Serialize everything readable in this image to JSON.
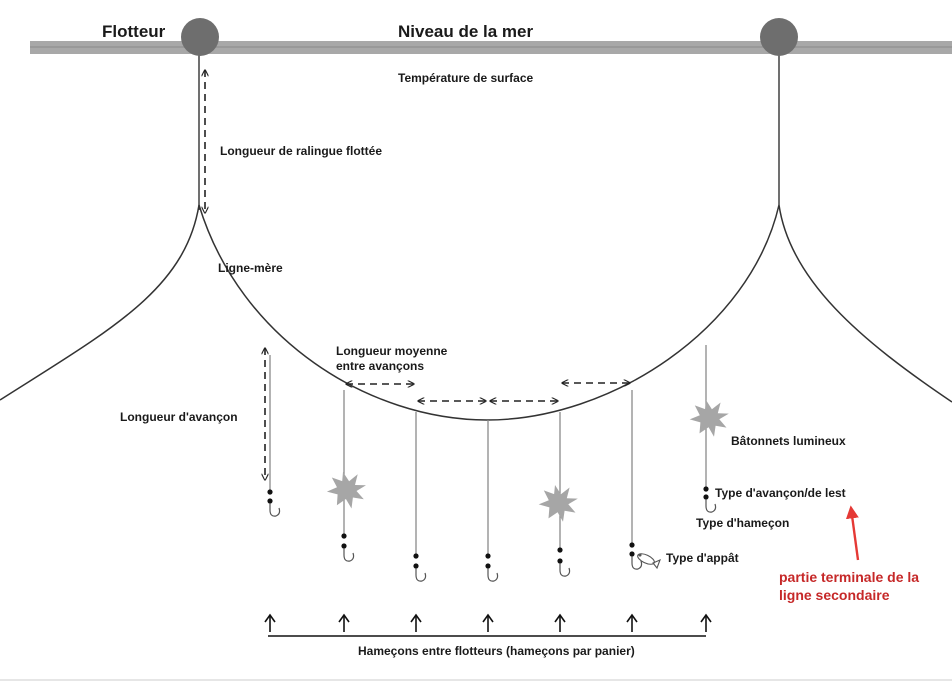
{
  "labels": {
    "float": "Flotteur",
    "sea_level": "Niveau de la mer",
    "surface_temp": "Température de surface",
    "float_line_length": "Longueur de ralingue flottée",
    "main_line": "Ligne-mère",
    "avg_length_line1": "Longueur moyenne",
    "avg_length_line2": "entre avançons",
    "branchline_length": "Longueur d'avançon",
    "light_sticks": "Bâtonnets lumineux",
    "leader_type": "Type d'avançon/de lest",
    "hook_type": "Type d'hameçon",
    "bait_type": "Type d'appât",
    "terminal_line1": "partie terminale de la",
    "terminal_line2": "ligne secondaire",
    "hooks_between_floats": "Hameçons entre flotteurs (hameçons par panier)"
  },
  "colors": {
    "line": "#333333",
    "sea_surface": "#a8a8a8",
    "float": "#6e6e6e",
    "light_stick": "#a6a6a6",
    "accent_red": "#e53935",
    "accent_text": "#c62828"
  },
  "counts": {
    "hooks": 7,
    "floats": 2,
    "light_sticks": 3
  }
}
